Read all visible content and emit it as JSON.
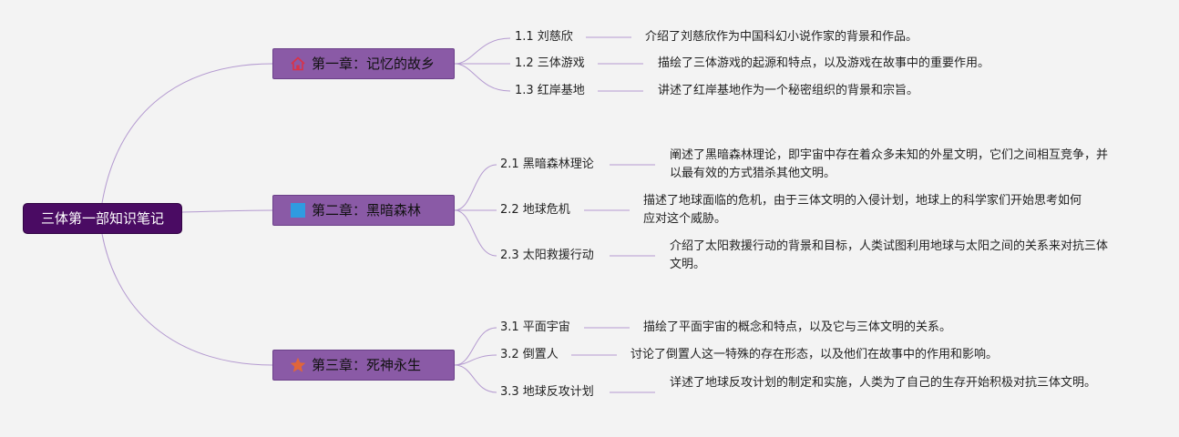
{
  "root": {
    "label": "三体第一部知识笔记"
  },
  "chapters": [
    {
      "label": "第一章：记忆的故乡",
      "icon": "home-icon",
      "icon_color": "#d8334a",
      "sections": [
        {
          "label": "1.1 刘慈欣",
          "desc": "介绍了刘慈欣作为中国科幻小说作家的背景和作品。"
        },
        {
          "label": "1.2 三体游戏",
          "desc": "描绘了三体游戏的起源和特点，以及游戏在故事中的重要作用。"
        },
        {
          "label": "1.3 红岸基地",
          "desc": "讲述了红岸基地作为一个秘密组织的背景和宗旨。"
        }
      ]
    },
    {
      "label": "第二章：黑暗森林",
      "icon": "square-icon",
      "icon_color": "#2f9be0",
      "sections": [
        {
          "label": "2.1 黑暗森林理论",
          "desc": "阐述了黑暗森林理论，即宇宙中存在着众多未知的外星文明，它们之间相互竞争，并以最有效的方式猎杀其他文明。"
        },
        {
          "label": "2.2 地球危机",
          "desc": "描述了地球面临的危机，由于三体文明的入侵计划，地球上的科学家们开始思考如何应对这个威胁。"
        },
        {
          "label": "2.3 太阳救援行动",
          "desc": "介绍了太阳救援行动的背景和目标，人类试图利用地球与太阳之间的关系来对抗三体文明。"
        }
      ]
    },
    {
      "label": "第三章：死神永生",
      "icon": "star-icon",
      "icon_color": "#e0653a",
      "sections": [
        {
          "label": "3.1 平面宇宙",
          "desc": "描绘了平面宇宙的概念和特点，以及它与三体文明的关系。"
        },
        {
          "label": "3.2 倒置人",
          "desc": "讨论了倒置人这一特殊的存在形态，以及他们在故事中的作用和影响。"
        },
        {
          "label": "3.3 地球反攻计划",
          "desc": "详述了地球反攻计划的制定和实施，人类为了自己的生存开始积极对抗三体文明。"
        }
      ]
    }
  ],
  "colors": {
    "background": "#f3f3f3",
    "root_fill": "#4a0b63",
    "chapter_fill": "#8a5aa6",
    "connector": "#b49ad0"
  }
}
